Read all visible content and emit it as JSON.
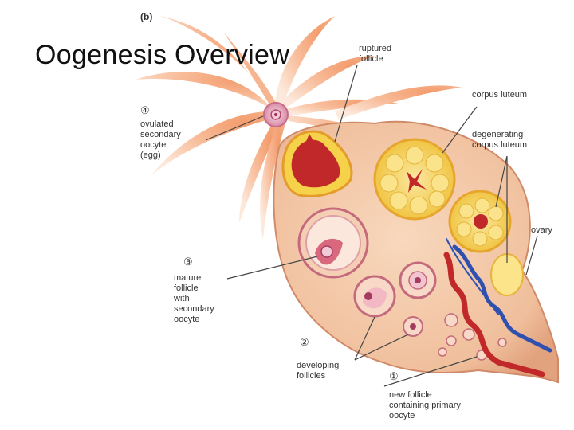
{
  "slide": {
    "title": "Oogenesis Overview"
  },
  "figure": {
    "panel_letter": "(b)",
    "labels": {
      "ruptured_follicle": "ruptured\nfollicle",
      "corpus_luteum": "corpus luteum",
      "degenerating_corpus_luteum": "degenerating\ncorpus luteum",
      "ovary": "ovary",
      "ovulated_oocyte": "ovulated\nsecondary\noocyte\n(egg)",
      "mature_follicle": "mature\nfollicle\nwith\nsecondary\noocyte",
      "developing_follicles": "developing\nfollicles",
      "new_follicle": "new follicle\ncontaining primary\noocyte"
    },
    "step_numbers": {
      "step1": "①",
      "step2": "②",
      "step3": "③",
      "step4": "④"
    }
  },
  "colors": {
    "ovary_fill": "#f3c9a8",
    "fimbriae": "#f6a070",
    "corpus_luteum": "#f6d24a",
    "blood_red": "#c0282a",
    "vein_blue": "#3050b0"
  }
}
